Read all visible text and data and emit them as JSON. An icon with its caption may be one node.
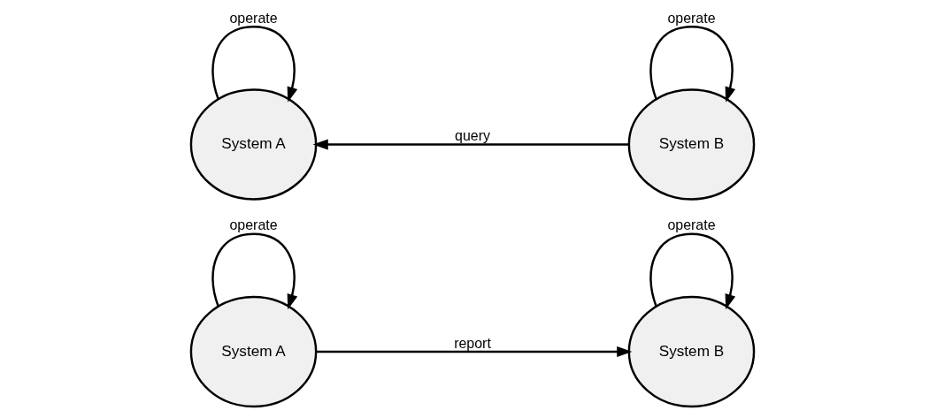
{
  "diagram": {
    "nodes": [
      {
        "text": [
          "System A"
        ]
      },
      {
        "text": [
          "System B"
        ]
      },
      {
        "text": [
          "System A"
        ]
      },
      {
        "text": [
          "System B"
        ]
      }
    ],
    "edges": [
      {
        "from": 0,
        "to": 0,
        "label": "operate",
        "arrow": "to"
      },
      {
        "from": 0,
        "to": 1,
        "label": "report",
        "arrow": "to"
      },
      {
        "from": 1,
        "to": 1,
        "label": "operate",
        "arrow": "to"
      },
      {
        "from": 2,
        "to": 2,
        "label": "operate",
        "arrow": "to"
      },
      {
        "from": 3,
        "to": 2,
        "label": "query",
        "arrow": "to"
      },
      {
        "from": 3,
        "to": 3,
        "label": "operate",
        "arrow": "to"
      }
    ]
  }
}
